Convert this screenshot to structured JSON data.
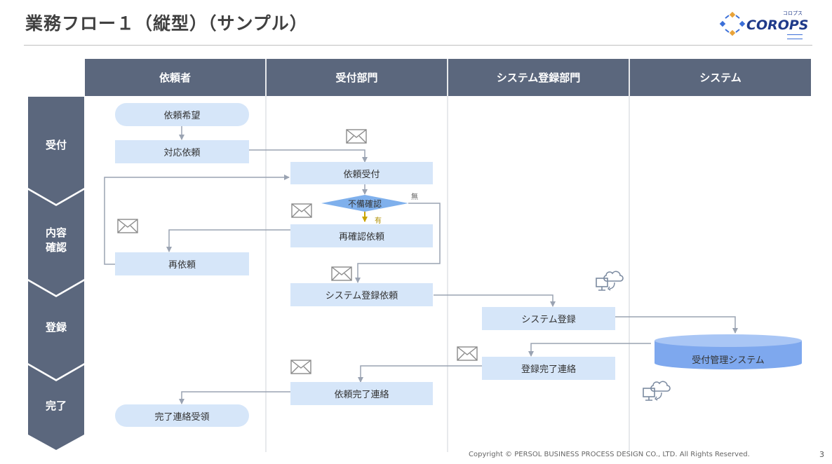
{
  "title": "業務フロー１（縦型）（サンプル）",
  "logo": {
    "text": "COROPS",
    "kana": "コロプス"
  },
  "lanes": [
    "依頼者",
    "受付部門",
    "システム登録部門",
    "システム"
  ],
  "stages": [
    {
      "label": "受付"
    },
    {
      "label": "内容\n確認"
    },
    {
      "label": "登録"
    },
    {
      "label": "完了"
    }
  ],
  "nodes": {
    "irai_kibou": "依頼希望",
    "taiou_irai": "対応依頼",
    "irai_uketsuke": "依頼受付",
    "fubi_kakunin": "不備確認",
    "saikakunin_irai": "再確認依頼",
    "sai_irai": "再依頼",
    "system_touroku_irai": "システム登録依頼",
    "system_touroku": "システム登録",
    "uketsuke_kanri_system": "受付管理システム",
    "touroku_kanryou_renraku": "登録完了連絡",
    "irai_kanryou_renraku": "依頼完了連絡",
    "kanryou_renraku_juryou": "完了連絡受領"
  },
  "branch_labels": {
    "no": "無",
    "yes": "有"
  },
  "colors": {
    "header": "#5b677d",
    "stage": "#5b677d",
    "box": "#d6e6f9",
    "diamond": "#7fb0ec",
    "database": "#7ea8ee",
    "arrow": "#9aa3b2",
    "yes_arrow": "#c9a400"
  },
  "footer": {
    "copyright": "Copyright © PERSOL BUSINESS PROCESS DESIGN CO., LTD. All Rights Reserved.",
    "page": "3"
  }
}
